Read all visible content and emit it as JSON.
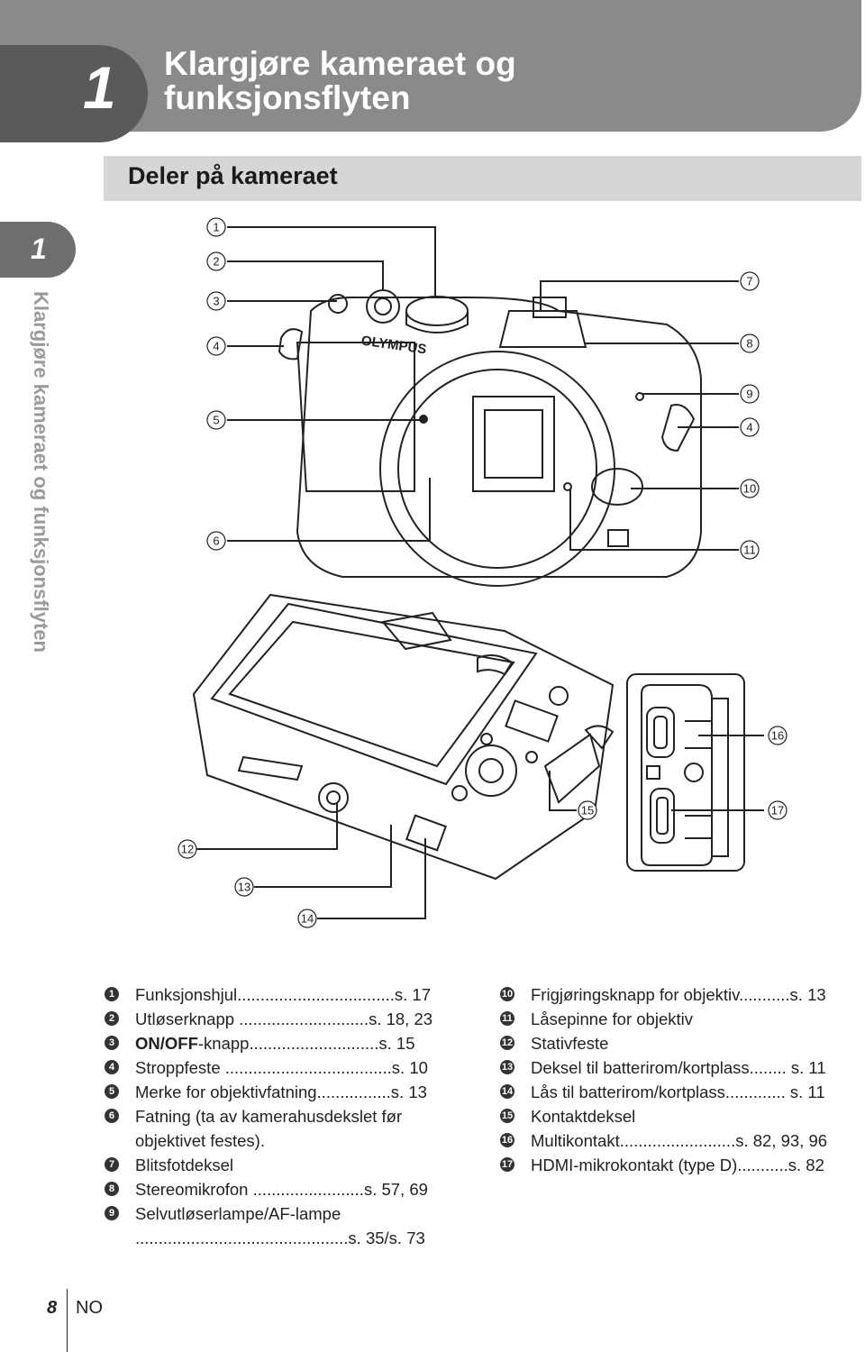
{
  "chapter": {
    "number": "1",
    "title": "Klargjøre kameraet og funksjonsflyten"
  },
  "section": {
    "title": "Deler på kameraet"
  },
  "side_tab": {
    "number": "1",
    "text": "Klargjøre kameraet og funksjonsflyten"
  },
  "camera_brand": "OLYMPUS",
  "callouts": [
    "1",
    "2",
    "3",
    "4",
    "5",
    "6",
    "7",
    "8",
    "9",
    "4",
    "10",
    "11",
    "12",
    "13",
    "14",
    "15",
    "16",
    "17"
  ],
  "parts_left": [
    {
      "num": "1",
      "label": "Funksjonshjul",
      "ref": "..................................s. 17"
    },
    {
      "num": "2",
      "label": "Utløserknapp",
      "ref": " ............................s. 18, 23"
    },
    {
      "num": "3",
      "label": "ON/OFF",
      "label_suffix": "-knapp",
      "ref": "............................s. 15"
    },
    {
      "num": "4",
      "label": "Stroppfeste",
      "ref": " ....................................s. 10"
    },
    {
      "num": "5",
      "label": "Merke for objektivfatning",
      "ref": "................s. 13"
    },
    {
      "num": "6",
      "label": "Fatning (ta av kamerahusdekslet før",
      "label2": "objektivet festes)."
    },
    {
      "num": "7",
      "label": "Blitsfotdeksel"
    },
    {
      "num": "8",
      "label": "Stereomikrofon",
      "ref": " ........................s. 57, 69"
    },
    {
      "num": "9",
      "label": "Selvutløserlampe/AF-lampe",
      "label2": "..............................................s. 35/s. 73"
    }
  ],
  "parts_right": [
    {
      "num": "10",
      "label": "Frigjøringsknapp for objektiv",
      "ref": "...........s. 13"
    },
    {
      "num": "11",
      "label": "Låsepinne for objektiv"
    },
    {
      "num": "12",
      "label": "Stativfeste"
    },
    {
      "num": "13",
      "label": "Deksel til batterirom/kortplass",
      "ref": "........ s. 11"
    },
    {
      "num": "14",
      "label": "Lås til batterirom/kortplass",
      "ref": "............. s. 11"
    },
    {
      "num": "15",
      "label": "Kontaktdeksel"
    },
    {
      "num": "16",
      "label": "Multikontakt",
      "ref": ".........................s. 82, 93, 96"
    },
    {
      "num": "17",
      "label": "HDMI-mikrokontakt (type D)",
      "ref": "...........s. 82"
    }
  ],
  "footer": {
    "page": "8",
    "lang": "NO"
  }
}
